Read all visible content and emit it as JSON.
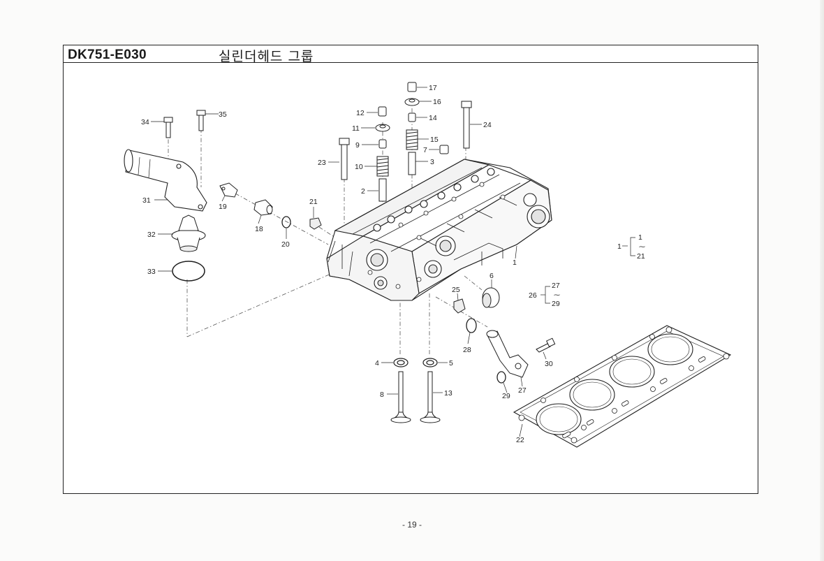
{
  "header": {
    "code": "DK751-E030",
    "title": "실린더헤드 그룹"
  },
  "footer": {
    "page": "- 19 -"
  },
  "callouts": {
    "c1": "1",
    "c2": "2",
    "c3": "3",
    "c4": "4",
    "c5": "5",
    "c6": "6",
    "c7": "7",
    "c8": "8",
    "c9": "9",
    "c10": "10",
    "c11": "11",
    "c12": "12",
    "c13": "13",
    "c14": "14",
    "c15": "15",
    "c16": "16",
    "c17": "17",
    "c18": "18",
    "c19": "19",
    "c20": "20",
    "c21": "21",
    "c22": "22",
    "c23": "23",
    "c24": "24",
    "c25": "25",
    "c26": "26",
    "c27": "27",
    "c28": "28",
    "c29": "29",
    "c30": "30",
    "c31": "31",
    "c32": "32",
    "c33": "33",
    "c34": "34",
    "c35": "35"
  },
  "ranges": {
    "r1": {
      "parent": "1",
      "from": "1",
      "sep": "⁓",
      "to": "21"
    },
    "r26": {
      "parent": "26",
      "from": "27",
      "sep": "⁓",
      "to": "29"
    }
  }
}
